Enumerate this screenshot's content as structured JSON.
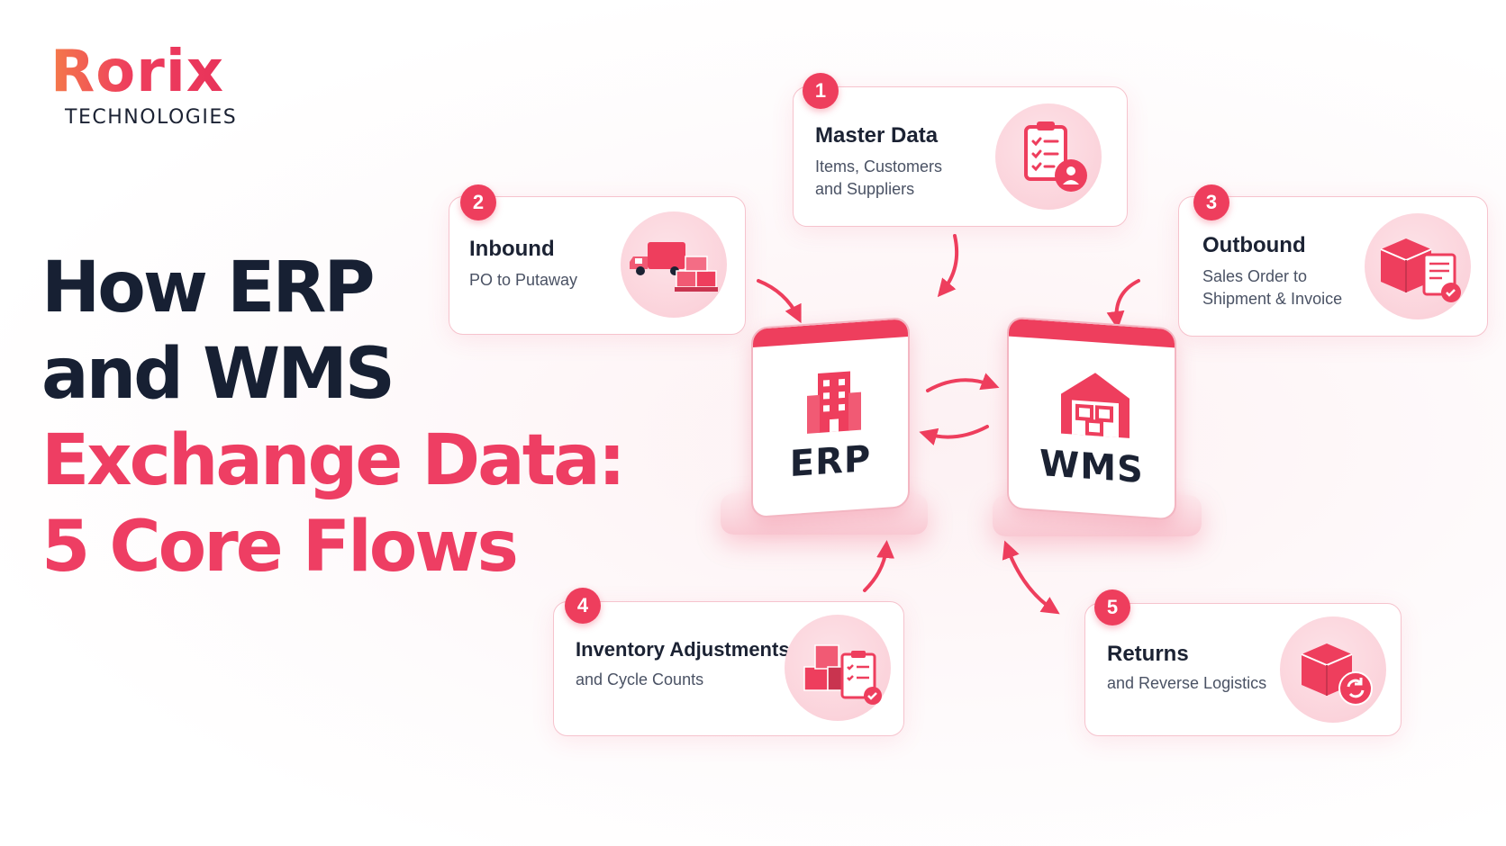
{
  "logo": {
    "wordmark": "Rorix",
    "tagline": "TECHNOLOGIES"
  },
  "headline": {
    "line1": "How ERP",
    "line2": "and WMS",
    "line3": "Exchange Data:",
    "line4": "5 Core Flows"
  },
  "systems": {
    "erp_label": "ERP",
    "wms_label": "WMS"
  },
  "flows": [
    {
      "number": "1",
      "title": "Master Data",
      "description": "Items, Customers\nand Suppliers",
      "icon": "clipboard-user-icon"
    },
    {
      "number": "2",
      "title": "Inbound",
      "description": "PO to Putaway",
      "icon": "truck-boxes-icon"
    },
    {
      "number": "3",
      "title": "Outbound",
      "description": "Sales Order to\nShipment & Invoice",
      "icon": "box-invoice-icon"
    },
    {
      "number": "4",
      "title": "Inventory Adjustments",
      "description": "and Cycle Counts",
      "icon": "boxes-checklist-icon"
    },
    {
      "number": "5",
      "title": "Returns",
      "description": "and Reverse Logistics",
      "icon": "box-return-icon"
    }
  ],
  "colors": {
    "accent": "#ee3e5d",
    "accent_light": "#fbd3db",
    "text_dark": "#1b2233",
    "border": "#f6c3cd"
  }
}
